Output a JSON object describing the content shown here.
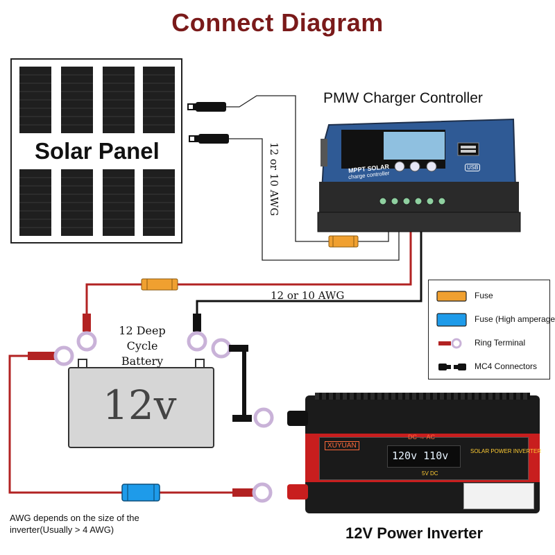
{
  "title": "Connect Diagram",
  "solar_panel": {
    "label": "Solar Panel"
  },
  "controller": {
    "title": "PMW Charger Controller",
    "brand_line1": "MPPT SOLAR",
    "brand_line2": "charge controller",
    "usb_badge": "USB"
  },
  "wires": {
    "panel_awg": "12 or 10 AWG",
    "battery_awg": "12 or 10 AWG"
  },
  "battery": {
    "title": "12 Deep Cycle Battery",
    "voltage": "12v"
  },
  "inverter": {
    "title": "12V Power Inverter",
    "brand": "XUYUAN",
    "mode": "DC → AC",
    "display": "120v 110v",
    "badge": "SOLAR POWER INVERTER",
    "dc_label": "5V DC"
  },
  "note": "AWG depends on the size of the inverter(Usually > 4 AWG)",
  "legend": {
    "items": [
      {
        "label": "Fuse",
        "swatch": "fuse",
        "color": "#f0a030"
      },
      {
        "label": "Fuse (High amperage)",
        "swatch": "fuse-high",
        "color": "#1e9bea"
      },
      {
        "label": "Ring Terminal",
        "swatch": "ring-terminal",
        "color": "#b22222"
      },
      {
        "label": "MC4 Connectors",
        "swatch": "mc4",
        "color": "#111111"
      }
    ]
  },
  "colors": {
    "title": "#7a1a1a",
    "wire_positive": "#b22222",
    "wire_negative": "#111111",
    "fuse": "#f0a030",
    "fuse_high": "#1e9bea",
    "controller_body": "#3a5f99",
    "inverter_body": "#1a1a1a",
    "inverter_stripe": "#c81e1e"
  }
}
